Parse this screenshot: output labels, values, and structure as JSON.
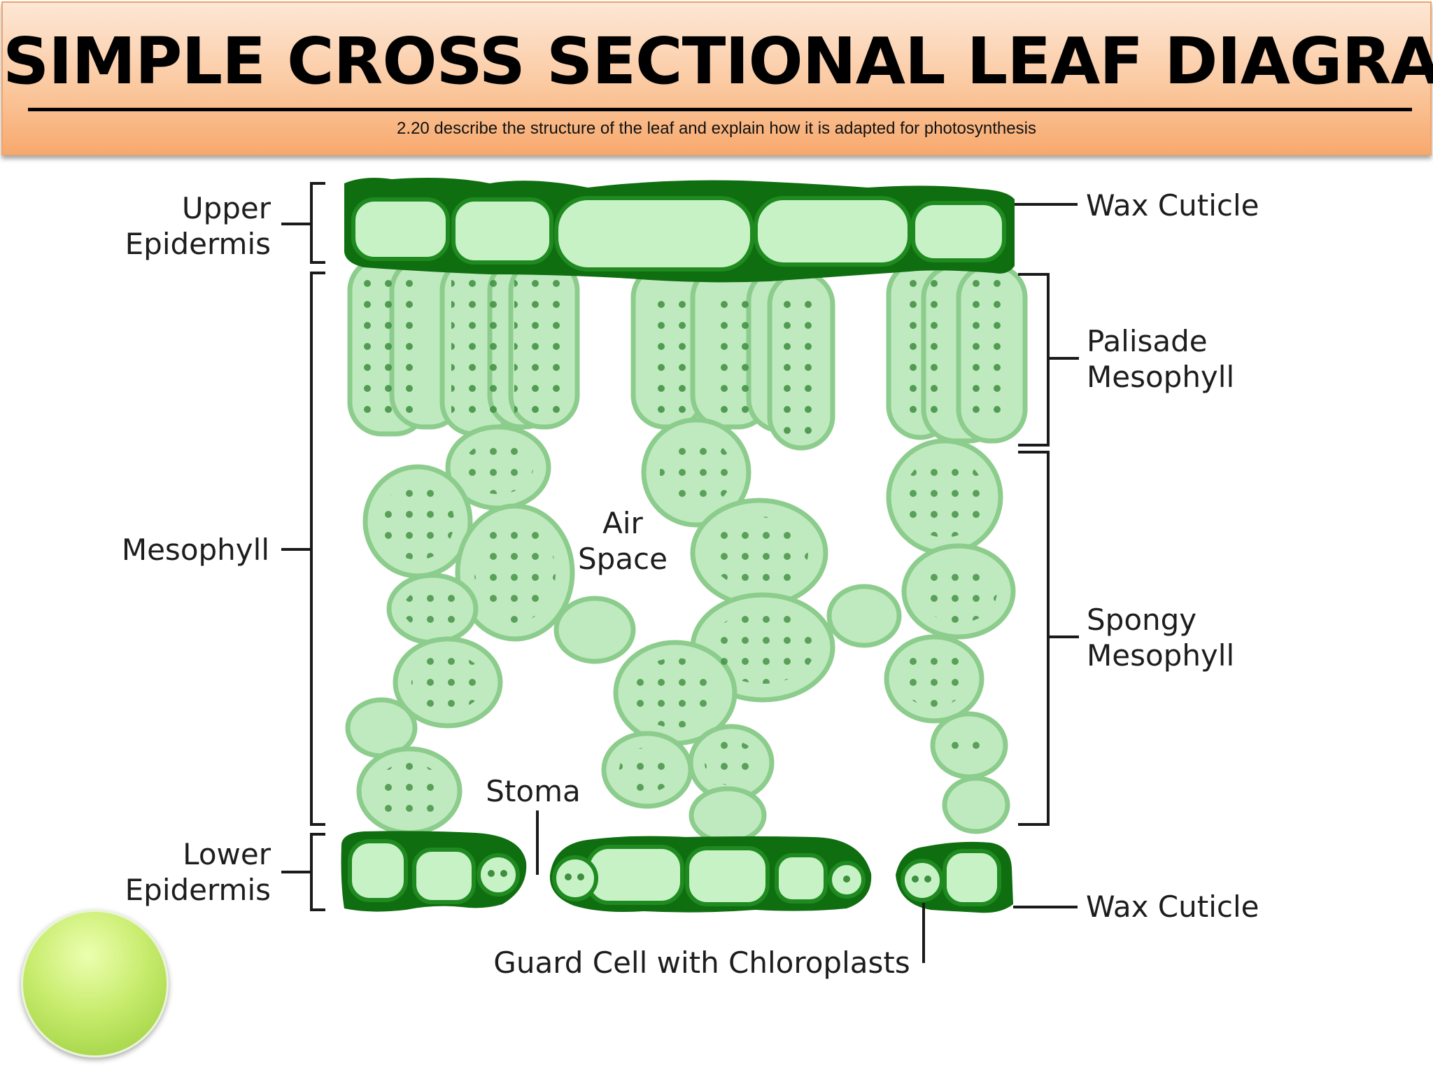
{
  "header": {
    "title": "SIMPLE CROSS SECTIONAL LEAF DIAGRAM",
    "subtitle": "2.20 describe the structure of the leaf and explain how it is adapted for photosynthesis"
  },
  "labels": {
    "upper_epidermis_1": "Upper",
    "upper_epidermis_2": "Epidermis",
    "mesophyll": "Mesophyll",
    "lower_epidermis_1": "Lower",
    "lower_epidermis_2": "Epidermis",
    "wax_cuticle_top": "Wax Cuticle",
    "palisade_1": "Palisade",
    "palisade_2": "Mesophyll",
    "spongy_1": "Spongy",
    "spongy_2": "Mesophyll",
    "wax_cuticle_bottom": "Wax Cuticle",
    "air_space_1": "Air",
    "air_space_2": "Space",
    "stoma": "Stoma",
    "guard_cell": "Guard Cell with Chloroplasts"
  },
  "colors": {
    "cell_fill": "#bfeabf",
    "cell_outline": "#8ccc8c",
    "chloroplast": "#3f8e3f",
    "epidermis_fill": "#c6f2c6",
    "cuticle": "#0f6e0f",
    "epidermis_outline": "#1f8a1f"
  }
}
